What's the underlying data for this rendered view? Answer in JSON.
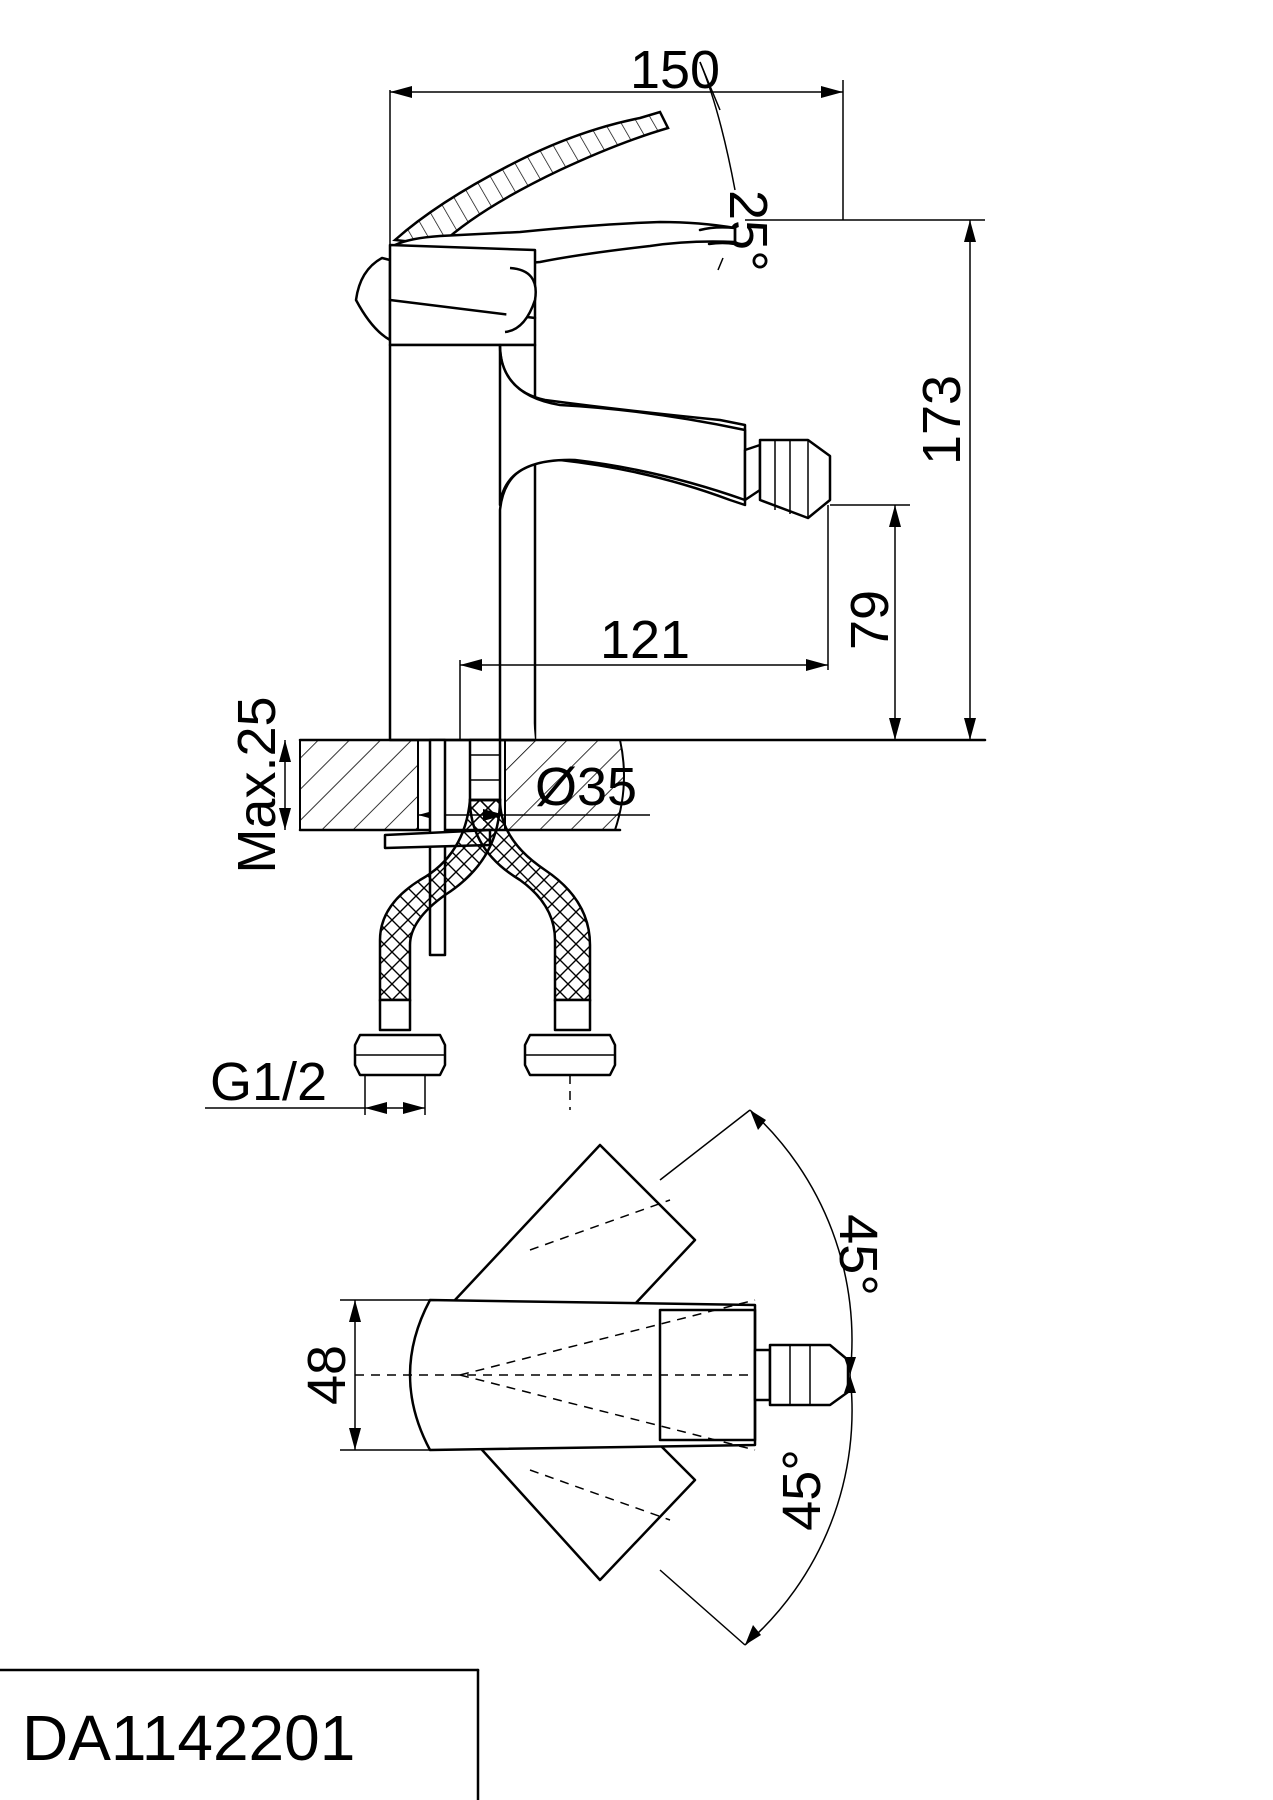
{
  "drawing": {
    "model_code": "DA1142201",
    "dimensions": {
      "overall_width": "150",
      "lever_tilt": "25°",
      "overall_height": "173",
      "spout_height": "79",
      "spout_reach": "121",
      "max_deck_thickness": "Max.25",
      "hole_diameter": "Ø35",
      "hose_thread": "G1/2",
      "body_width": "48",
      "rotation_upper": "45°",
      "rotation_lower": "45°"
    }
  }
}
